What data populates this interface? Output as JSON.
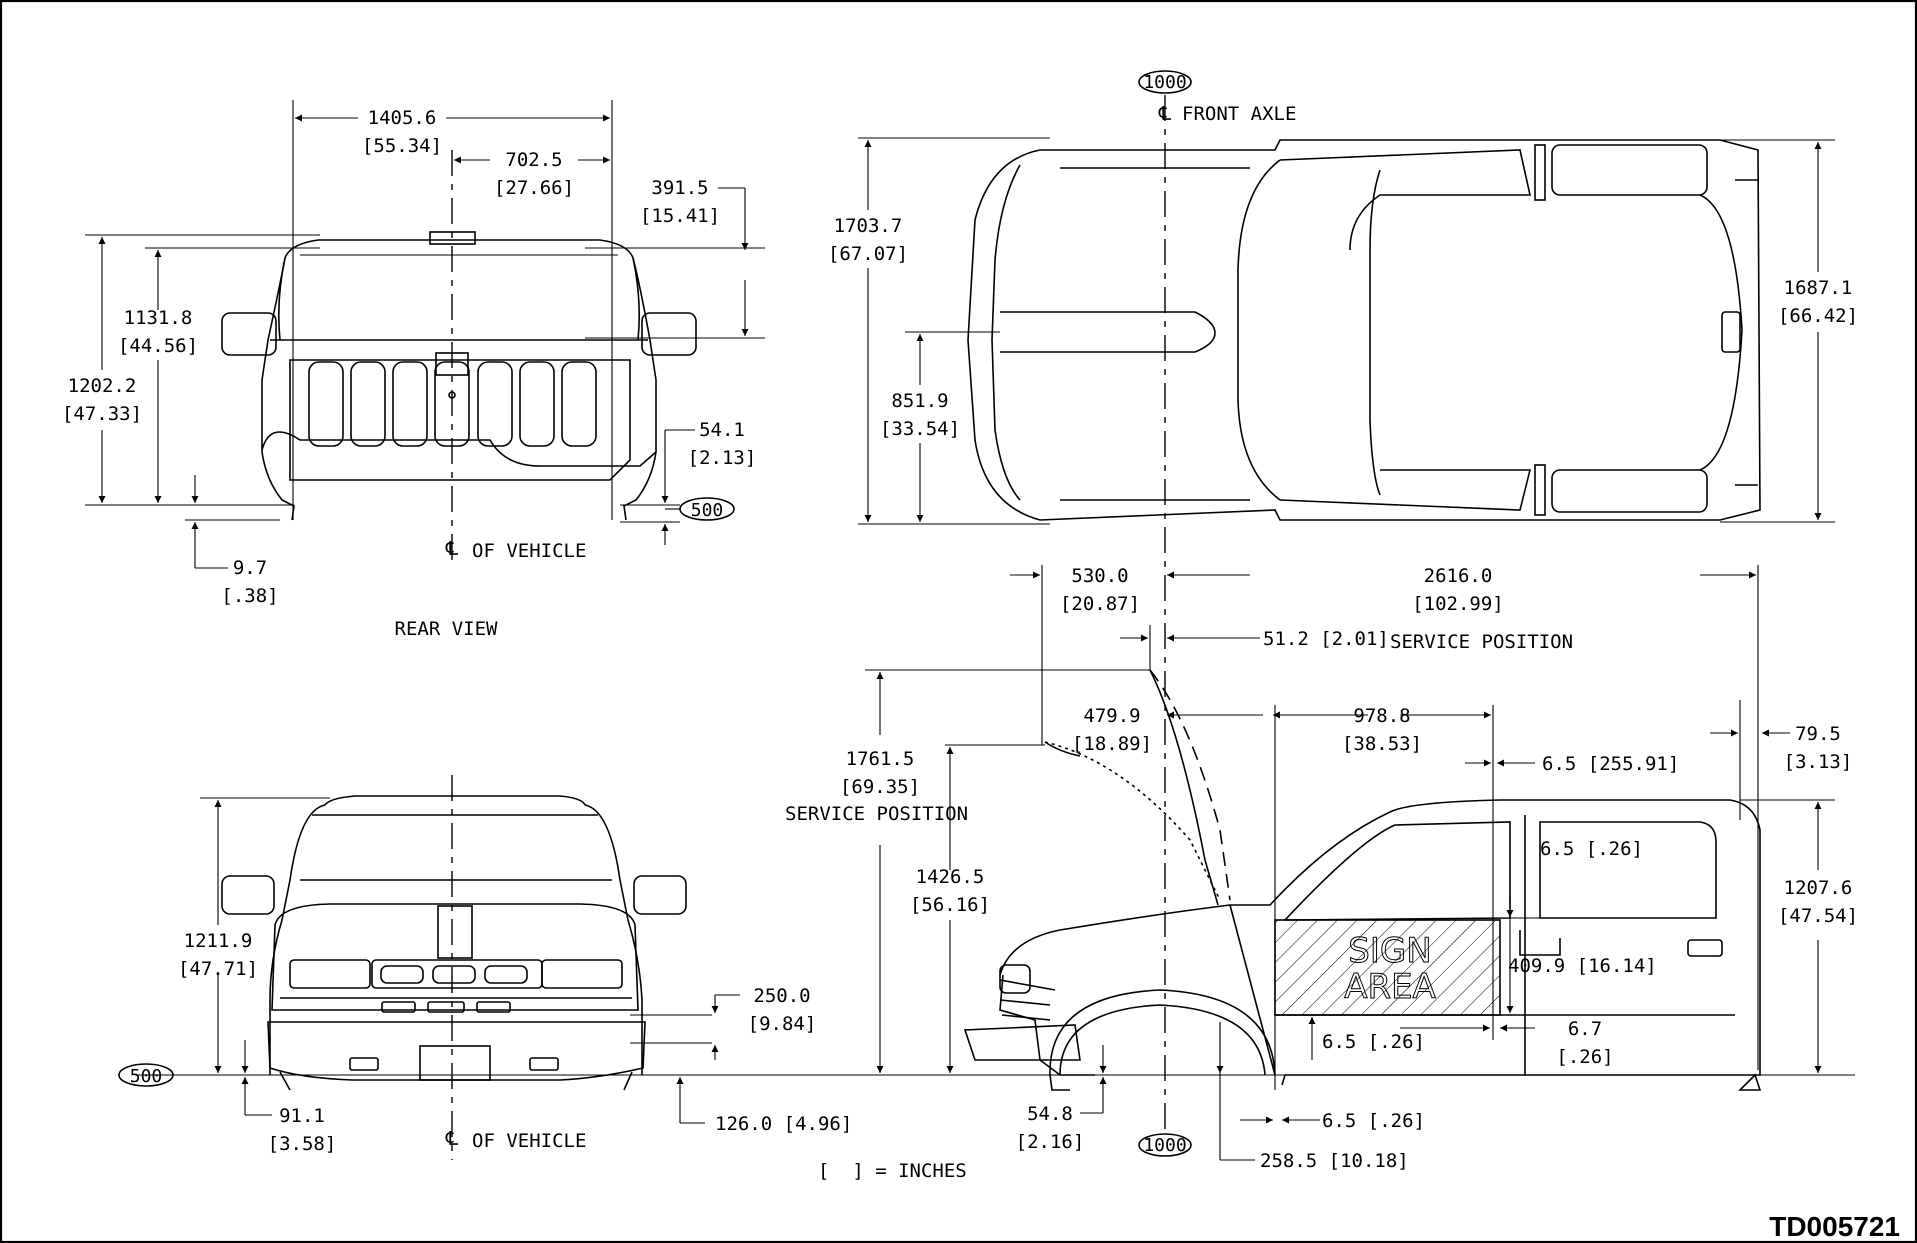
{
  "doc_id": "TD005721",
  "legend": "[  ] = INCHES",
  "views": {
    "rear": {
      "title": "REAR VIEW",
      "centerline": "OF VEHICLE",
      "ground_ref": "500",
      "dims": {
        "width_mm": "1405.6",
        "width_in": "[55.34]",
        "half_width_mm": "702.5",
        "half_width_in": "[27.66]",
        "roof_mm": "391.5",
        "roof_in": "[15.41]",
        "body_h_mm": "1131.8",
        "body_h_in": "[44.56]",
        "overall_h_mm": "1202.2",
        "overall_h_in": "[47.33]",
        "bumper_mm": "54.1",
        "bumper_in": "[2.13]",
        "clearance_mm": "9.7",
        "clearance_in": "[.38]"
      }
    },
    "top": {
      "ref_top": "1000",
      "axle_label": "FRONT AXLE",
      "dims": {
        "width_front_mm": "1703.7",
        "width_front_in": "[67.07]",
        "hood_mm": "851.9",
        "hood_in": "[33.54]",
        "width_rear_mm": "1687.1",
        "width_rear_in": "[66.42]"
      }
    },
    "side": {
      "ref_bottom": "1000",
      "service_position": "SERVICE POSITION",
      "sign_area": [
        "SIGN",
        "AREA"
      ],
      "dims": {
        "overhang_mm": "530.0",
        "overhang_in": "[20.87]",
        "wheelbase_mm": "2616.0",
        "wheelbase_in": "[102.99]",
        "hood_offset": "51.2 [2.01]",
        "hood_open_mm": "479.9",
        "hood_open_in": "[18.89]",
        "sign_width_mm": "978.8",
        "sign_width_in": "[38.53]",
        "service_h_mm": "1761.5",
        "service_h_in": "[69.35]",
        "pillar": "6.5 [255.91]",
        "rear_overhang_mm": "79.5",
        "rear_overhang_in": "[3.13]",
        "hood_h_mm": "1426.5",
        "hood_h_in": "[56.16]",
        "door_gap": "6.5 [.26]",
        "sign_height": "409.9 [16.14]",
        "overall_h_mm": "1207.6",
        "overall_h_in": "[47.54]",
        "sign_bottom": "6.5 [.26]",
        "lower_gap_mm": "6.7",
        "lower_gap_in": "[.26]",
        "tire_mm": "54.8",
        "tire_in": "[2.16]",
        "wheel_gap": "6.5 [.26]",
        "wheel_ctr": "258.5 [10.18]"
      }
    },
    "front": {
      "centerline": "OF VEHICLE",
      "ground_ref": "500",
      "dims": {
        "height_mm": "1211.9",
        "height_in": "[47.71]",
        "grille_mm": "250.0",
        "grille_in": "[9.84]",
        "tire_mm": "91.1",
        "tire_in": "[3.58]",
        "bumper": "126.0 [4.96]"
      }
    }
  }
}
